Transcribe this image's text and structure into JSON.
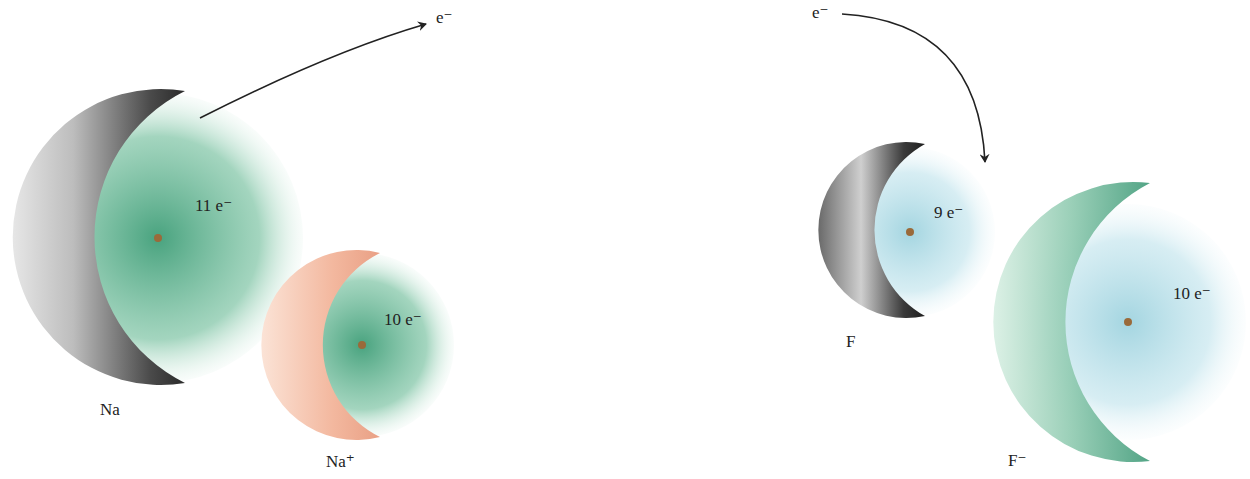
{
  "diagram": {
    "nodes": [
      {
        "text": [
          "11 e⁻",
          "Na"
        ]
      },
      {
        "text": [
          "10 e⁻",
          "Na⁺"
        ]
      },
      {
        "text": [
          "9 e⁻",
          "F"
        ]
      },
      {
        "text": [
          "10 e⁻",
          "F⁻"
        ]
      }
    ],
    "labels": [
      "e⁻",
      "e⁻"
    ]
  }
}
